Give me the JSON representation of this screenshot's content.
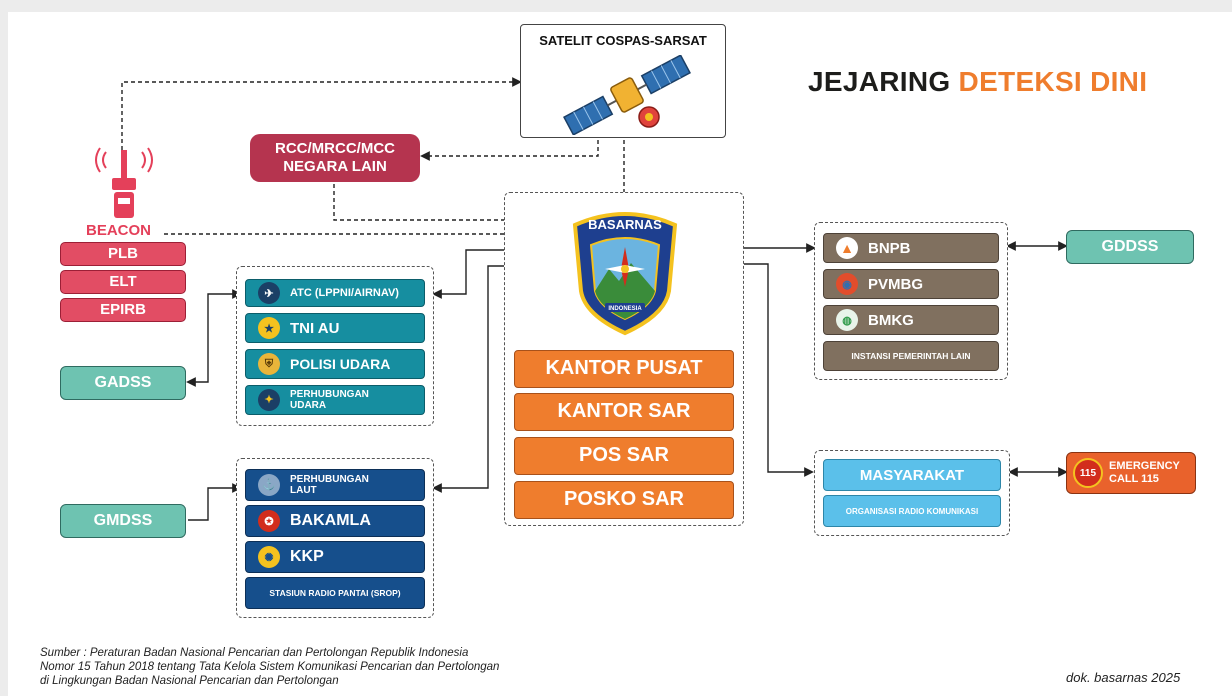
{
  "title": {
    "main": "JEJARING",
    "accent": "DETEKSI DINI"
  },
  "satellite": {
    "label": "SATELIT COSPAS-SARSAT",
    "icon": "satellite-icon"
  },
  "rcc": {
    "line1": "RCC/MRCC/MCC",
    "line2": "NEGARA LAIN"
  },
  "beacon": {
    "label": "BEACON",
    "icon": "beacon-antenna-icon",
    "items": [
      "PLB",
      "ELT",
      "EPIRB"
    ]
  },
  "center": {
    "logo_text": "BASARNAS",
    "logo_sub": "INDONESIA",
    "offices": [
      "KANTOR PUSAT",
      "KANTOR SAR",
      "POS SAR",
      "POSKO SAR"
    ]
  },
  "air": {
    "external": "GADSS",
    "items": [
      "ATC (LPPNI/AIRNAV)",
      "TNI AU",
      "POLISI UDARA",
      "PERHUBUNGAN UDARA"
    ]
  },
  "sea": {
    "external": "GMDSS",
    "items": [
      "PERHUBUNGAN LAUT",
      "BAKAMLA",
      "KKP",
      "STASIUN RADIO PANTAI (SROP)"
    ]
  },
  "gov": {
    "external": "GDDSS",
    "items": [
      "BNPB",
      "PVMBG",
      "BMKG",
      "INSTANSI PEMERINTAH LAIN"
    ]
  },
  "public": {
    "items": [
      "MASYARAKAT",
      "ORGANISASI RADIO KOMUNIKASI"
    ],
    "emergency_line1": "EMERGENCY",
    "emergency_line2": "CALL 115",
    "emergency_badge": "115"
  },
  "footer": {
    "source_line1": "Sumber : Peraturan Badan Nasional Pencarian dan Pertolongan Republik Indonesia",
    "source_line2": "Nomor 15 Tahun 2018 tentang Tata Kelola Sistem Komunikasi Pencarian dan Pertolongan",
    "source_line3": "di Lingkungan Badan Nasional Pencarian dan Pertolongan",
    "credit": "dok. basarnas 2025"
  },
  "colors": {
    "accent_orange": "#ef7d2d",
    "beacon_red": "#e24d64",
    "rcc_maroon": "#b5344f",
    "teal": "#168ea0",
    "navy": "#164f8c",
    "brown": "#80705f",
    "sky": "#5bc0ea",
    "mint": "#6ec3b1"
  }
}
